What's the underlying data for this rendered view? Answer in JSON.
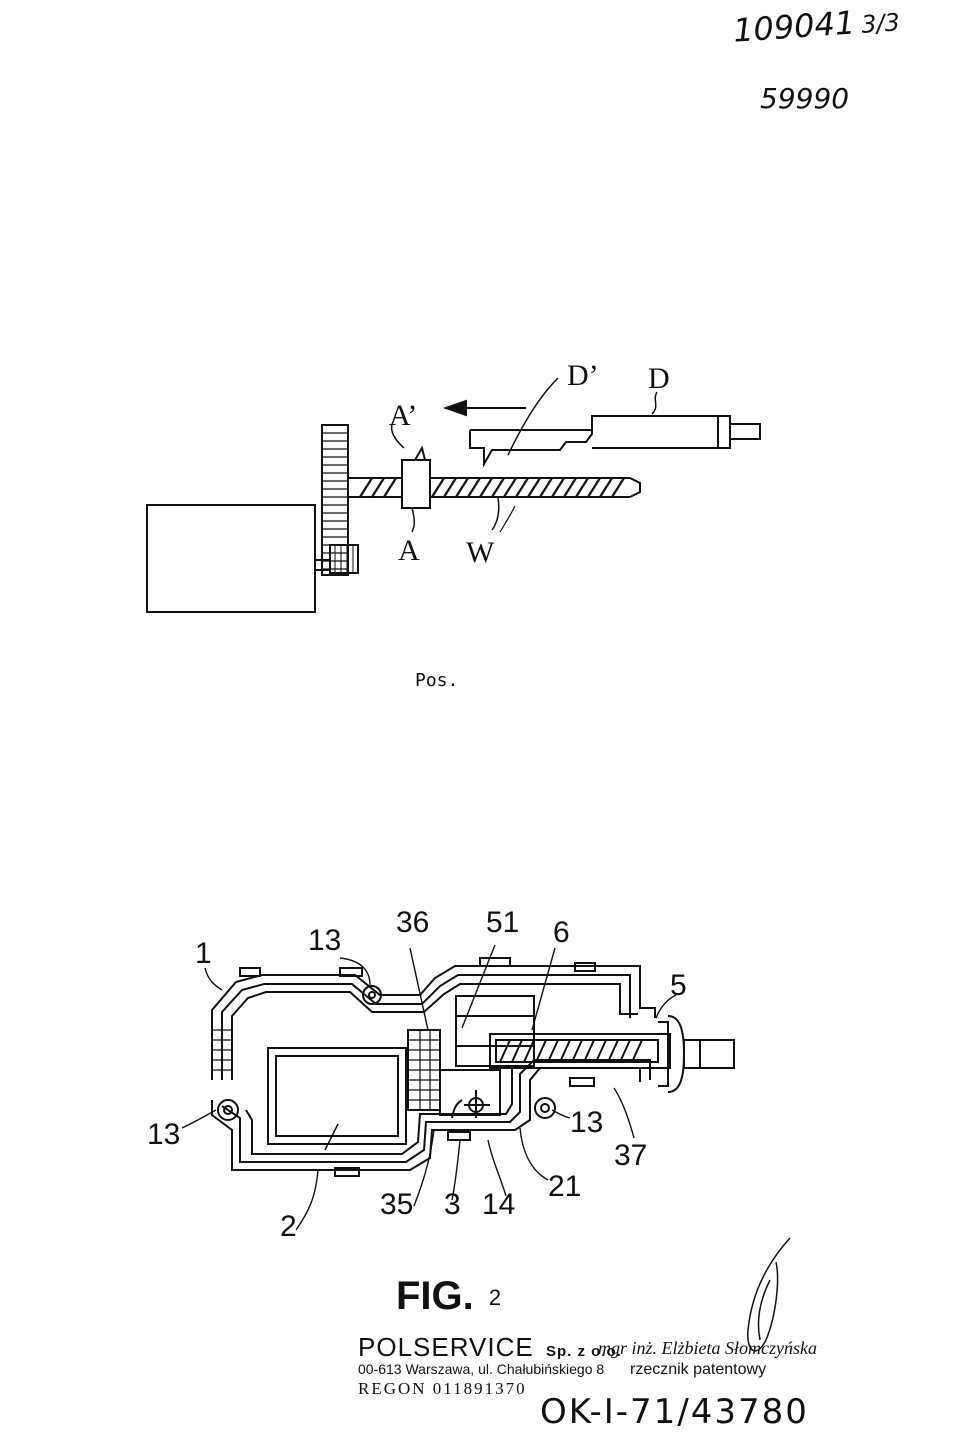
{
  "header": {
    "ref_number": "109041",
    "ref_fraction": "3/3",
    "ref_number2": "59990"
  },
  "figure1": {
    "labels": {
      "D_prime": "D’",
      "D": "D",
      "A_prime": "A’",
      "A": "A",
      "W": "W"
    },
    "caption": "Pos."
  },
  "figure2": {
    "labels": {
      "n1": "1",
      "n13_top": "13",
      "n36": "36",
      "n51": "51",
      "n6": "6",
      "n5": "5",
      "n13_left": "13",
      "n13_right": "13",
      "n37": "37",
      "n2": "2",
      "n35": "35",
      "n3": "3",
      "n14": "14",
      "n21": "21"
    },
    "caption_main": "FIG.",
    "caption_num": "2"
  },
  "stamp": {
    "company": "POLSERVICE",
    "company_suffix": "Sp. z o.o.",
    "address": "00-613 Warszawa, ul. Chałubińskiego 8",
    "regon": "REGON 011891370"
  },
  "signature_block": {
    "name": "mgr inż. Elżbieta Słomczyńska",
    "title": "rzecznik patentowy",
    "code": "OK-I-71/43780"
  }
}
